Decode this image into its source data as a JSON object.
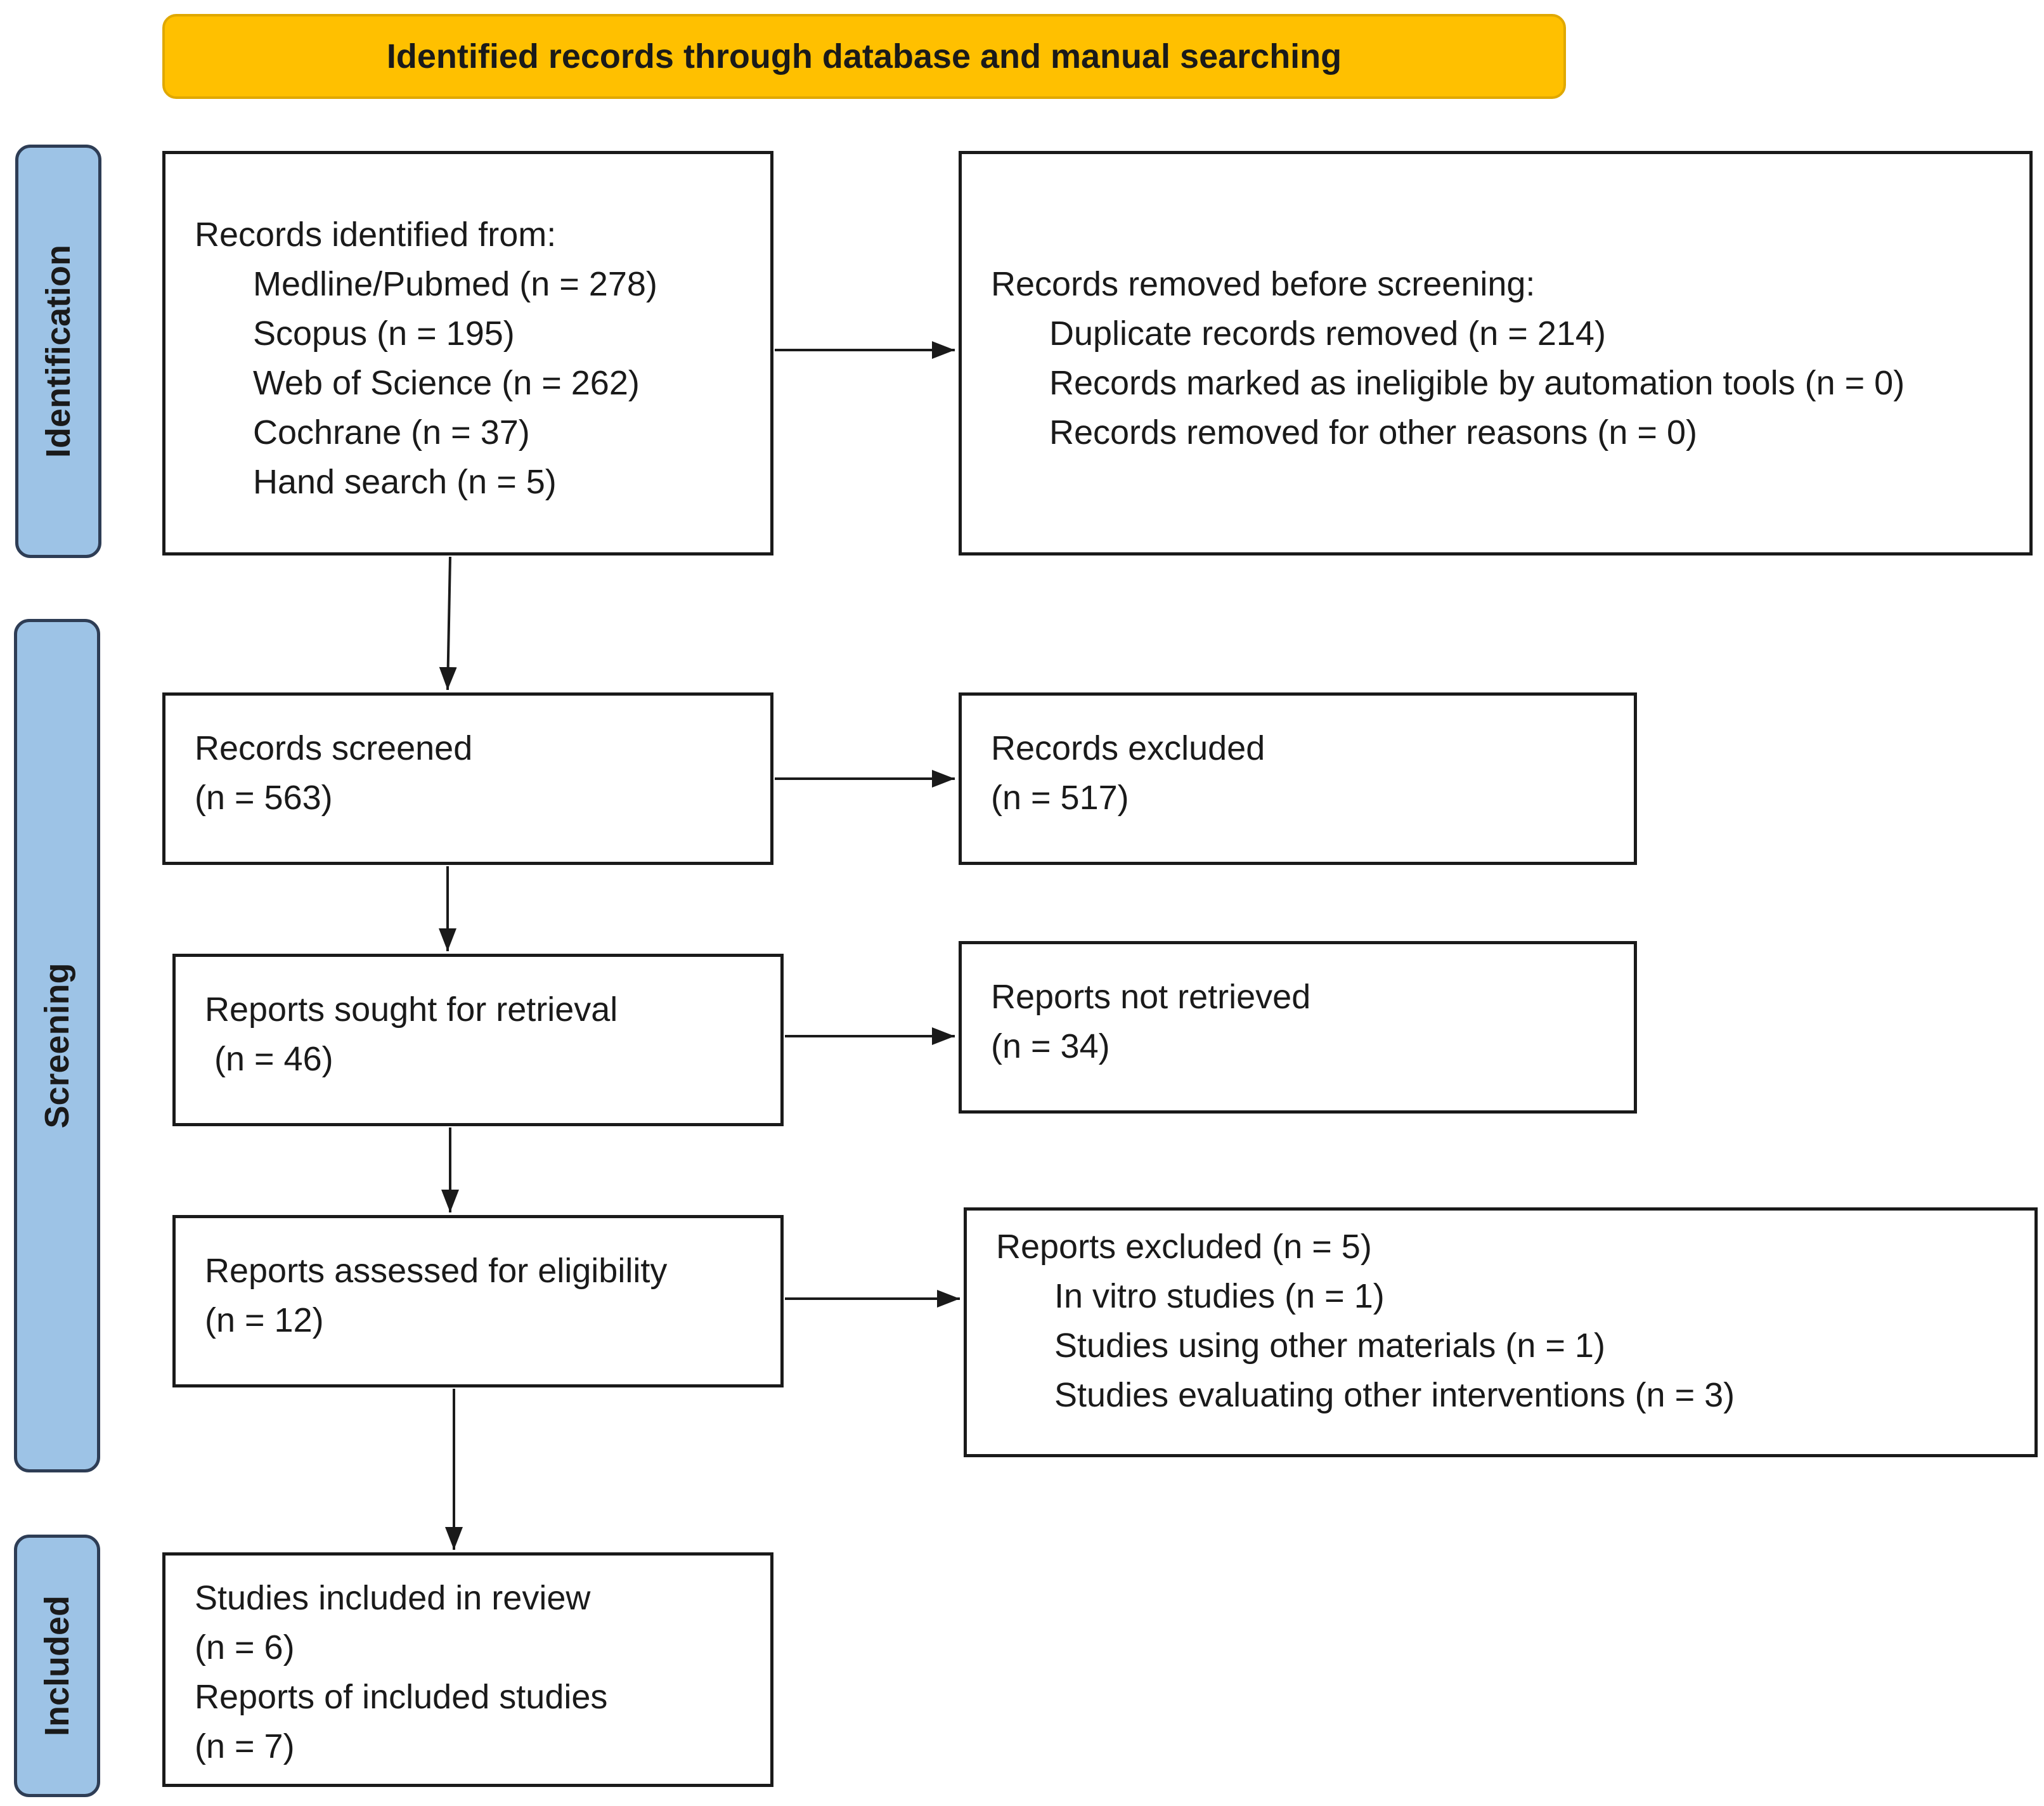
{
  "header": {
    "title": "Identified records through database and manual searching"
  },
  "phases": {
    "identification": "Identification",
    "screening": "Screening",
    "included": "Included"
  },
  "identified": {
    "heading": "Records identified from:",
    "sources": [
      "Medline/Pubmed (n = 278)",
      "Scopus (n = 195)",
      "Web of Science (n = 262)",
      "Cochrane (n = 37)",
      "Hand search (n = 5)"
    ]
  },
  "removed": {
    "heading": "Records removed before screening:",
    "items": [
      "Duplicate records removed  (n = 214)",
      "Records marked as ineligible by automation tools (n = 0)",
      "Records removed for other reasons (n = 0)"
    ]
  },
  "screened": {
    "label": "Records screened",
    "count": "(n = 563)"
  },
  "excluded": {
    "label": "Records excluded",
    "count": "(n = 517)"
  },
  "sought": {
    "label": "Reports sought for retrieval",
    "count": " (n = 46)"
  },
  "not_retrieved": {
    "label": "Reports not retrieved",
    "count": "(n = 34)"
  },
  "assessed": {
    "label": "Reports assessed for eligibility",
    "count": "(n = 12)"
  },
  "reports_excluded": {
    "heading": "Reports excluded (n = 5)",
    "items": [
      "In vitro studies (n = 1)",
      "Studies using other materials (n = 1)",
      "Studies evaluating other interventions (n = 3)"
    ]
  },
  "included": {
    "studies_label": "Studies included in review",
    "studies_count": "(n = 6)",
    "reports_label": "Reports of included studies",
    "reports_count": "(n = 7)"
  }
}
